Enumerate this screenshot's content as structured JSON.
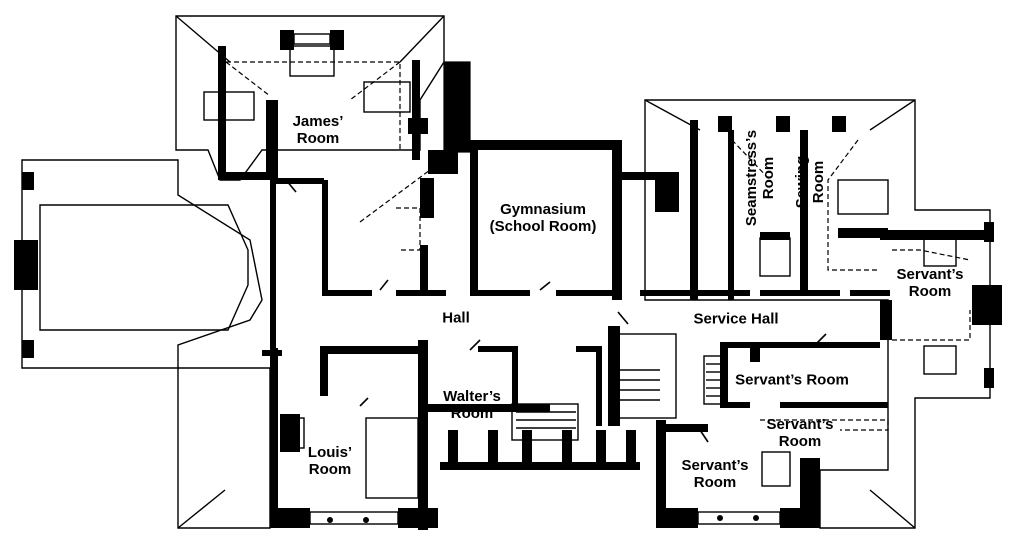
{
  "rooms": {
    "james": {
      "line1": "James’",
      "line2": "Room"
    },
    "gymnasium": {
      "line1": "Gymnasium",
      "line2": "(School Room)"
    },
    "seamstress": {
      "line1": "Seamstress’s",
      "line2": "Room"
    },
    "sewing": {
      "line1": "Sewing",
      "line2": "Room"
    },
    "servant_east": {
      "line1": "Servant’s",
      "line2": "Room"
    },
    "hall": {
      "line1": "Hall"
    },
    "service_hall": {
      "line1": "Service Hall"
    },
    "servant_mid": {
      "line1": "Servant’s Room"
    },
    "walter": {
      "line1": "Walter’s",
      "line2": "Room"
    },
    "louis": {
      "line1": "Louis’",
      "line2": "Room"
    },
    "servant_se": {
      "line1": "Servant’s",
      "line2": "Room"
    },
    "servant_s": {
      "line1": "Servant’s",
      "line2": "Room"
    }
  }
}
